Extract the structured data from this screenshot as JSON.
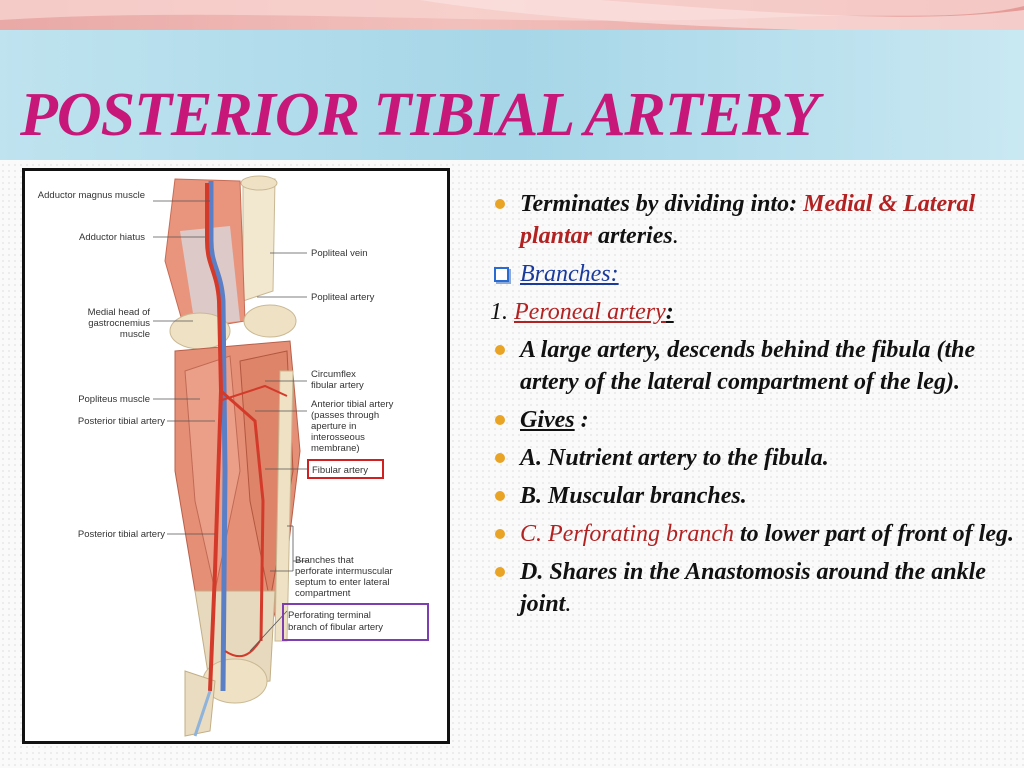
{
  "title": "POSTERIOR TIBIAL ARTERY",
  "figure": {
    "labels": {
      "adductor_magnus": "Adductor magnus muscle",
      "adductor_hiatus": "Adductor hiatus",
      "popliteal_vein": "Popliteal vein",
      "popliteal_artery": "Popliteal artery",
      "medial_head_1": "Medial head of",
      "medial_head_2": "gastrocnemius",
      "medial_head_3": "muscle",
      "circumflex_1": "Circumflex",
      "circumflex_2": "fibular artery",
      "popliteus": "Popliteus muscle",
      "anterior_tibial_1": "Anterior tibial artery",
      "anterior_tibial_2": "(passes through",
      "anterior_tibial_3": "aperture in",
      "anterior_tibial_4": "interosseous",
      "anterior_tibial_5": "membrane)",
      "posterior_tibial_upper": "Posterior tibial artery",
      "fibular_artery": "Fibular artery",
      "posterior_tibial_lower": "Posterior tibial artery",
      "branches_1": "Branches that",
      "branches_2": "perforate intermuscular",
      "branches_3": "septum to enter lateral",
      "branches_4": "compartment",
      "perforating_1": "Perforating terminal",
      "perforating_2": "branch of fibular artery"
    }
  },
  "content": {
    "item1": {
      "text": "Terminates by dividing into: ",
      "red": "Medial & Lateral  plantar",
      "tail": " arteries",
      "end": "."
    },
    "branches": "Branches:",
    "peroneal": {
      "num": "1. ",
      "label": "Peroneal artery",
      "colon": ":"
    },
    "item2": "A large artery, descends behind the fibula (the artery of the lateral compartment of the leg).",
    "gives": {
      "label": "Gives",
      "tail": " :"
    },
    "item_a": "A. Nutrient artery to the fibula.",
    "item_b": "B. Muscular branches.",
    "item_c": {
      "red": "C. Perforating branch",
      "tail": " to lower part of front of leg."
    },
    "item_d": {
      "text": "D. Shares in the Anastomosis around the ankle joint",
      "end": "."
    }
  },
  "colors": {
    "title": "#c7187a",
    "bullet": "#e9a325",
    "highlight_red": "#b22222",
    "link_blue": "#1a3a9c",
    "title_band": "#a6d6e8",
    "top_band": "#e9a9a6"
  }
}
